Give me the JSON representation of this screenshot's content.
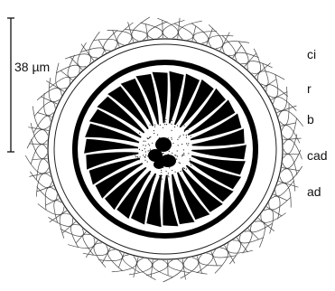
{
  "scale_bar": {
    "label": "38 µm"
  },
  "labels": [
    {
      "id": "ci",
      "text": "ci"
    },
    {
      "id": "r",
      "text": "r"
    },
    {
      "id": "b",
      "text": "b"
    },
    {
      "id": "cad",
      "text": "cad"
    },
    {
      "id": "ad",
      "text": "ad"
    }
  ]
}
